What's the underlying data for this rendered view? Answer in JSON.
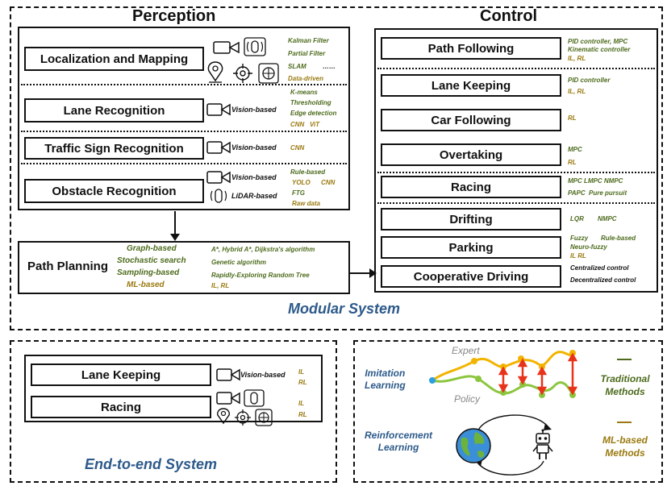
{
  "modular": {
    "title": "Modular System",
    "perception": {
      "title": "Perception",
      "rows": [
        {
          "label": "Localization and Mapping",
          "methods": [
            "Kalman Filter",
            "Partial Filter",
            "SLAM",
            "……",
            "Data-driven"
          ]
        },
        {
          "label": "Lane Recognition",
          "sensor": "Vision-based",
          "methods": [
            "K-means",
            "Thresholding",
            "Edge detection",
            "CNN",
            "ViT"
          ]
        },
        {
          "label": "Traffic Sign Recognition",
          "sensor": "Vision-based",
          "methods": [
            "CNN"
          ]
        },
        {
          "label": "Obstacle Recognition",
          "sensors": [
            "Vision-based",
            "LiDAR-based"
          ],
          "methods": [
            "Rule-based",
            "YOLO",
            "CNN",
            "FTG",
            "Raw data"
          ]
        }
      ]
    },
    "planning": {
      "label": "Path Planning",
      "categories": [
        "Graph-based",
        "Stochastic search",
        "Sampling-based",
        "ML-based"
      ],
      "methods": [
        "A*, Hybrid A*, Dijkstra's algorithm",
        "Genetic algorithm",
        "Rapidly-Exploring Random Tree",
        "IL, RL"
      ]
    },
    "control": {
      "title": "Control",
      "rows": [
        {
          "label": "Path Following",
          "methods": [
            "PID controller, MPC",
            "Kinematic controller",
            "IL, RL"
          ]
        },
        {
          "label": "Lane Keeping",
          "methods": [
            "PID controller",
            "IL, RL"
          ]
        },
        {
          "label": "Car Following",
          "methods": [
            "RL"
          ]
        },
        {
          "label": "Overtaking",
          "methods": [
            "MPC",
            "RL"
          ]
        },
        {
          "label": "Racing",
          "methods": [
            "MPC LMPC NMPC",
            "PAPC",
            "Pure pursuit"
          ]
        },
        {
          "label": "Drifting",
          "methods": [
            "LQR",
            "NMPC"
          ]
        },
        {
          "label": "Parking",
          "methods": [
            "Fuzzy",
            "Rule-based",
            "Neuro-fuzzy",
            "IL RL"
          ]
        },
        {
          "label": "Cooperative Driving",
          "methods": [
            "Centralized control",
            "Decentralized control"
          ]
        }
      ]
    }
  },
  "e2e": {
    "title": "End-to-end System",
    "rows": [
      {
        "label": "Lane Keeping",
        "sensor": "Vision-based",
        "methods": [
          "IL",
          "RL"
        ]
      },
      {
        "label": "Racing",
        "methods": [
          "IL",
          "RL"
        ]
      }
    ]
  },
  "learning": {
    "expert": "Expert",
    "policy": "Policy",
    "imitation": [
      "Imitation",
      "Learning"
    ],
    "reinforcement": [
      "Reinforcement",
      "Learning"
    ]
  },
  "legend": {
    "traditional": [
      "Traditional",
      "Methods"
    ],
    "ml": [
      "ML-based",
      "Methods"
    ]
  },
  "colors": {
    "traditional": "#4d6b1c",
    "ml": "#9a7a10",
    "title_blue": "#2d5a8a",
    "expert_line": "#f2b400",
    "policy_line": "#8cc63f",
    "arrow_red": "#e8331a"
  }
}
